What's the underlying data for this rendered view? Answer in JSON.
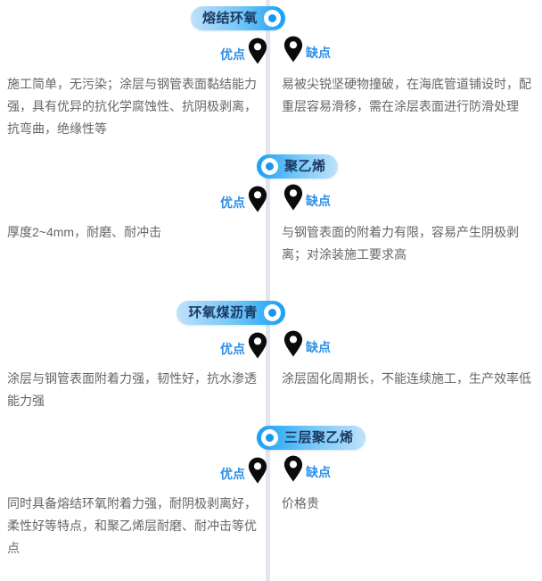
{
  "theme": {
    "axis_color": "#e3e5f1",
    "accent_color": "#18a0f5",
    "pill_text_color": "#1b3b63",
    "label_color": "#2b8fe8",
    "body_text_color": "#666666",
    "background": "#ffffff"
  },
  "icons": {
    "pin": "map-pin-icon",
    "pill_dot": "timeline-node-icon"
  },
  "labels": {
    "pro": "优点",
    "con": "缺点"
  },
  "sections": [
    {
      "title": "熔结环氧",
      "title_side": "right",
      "pro": "施工简单，无污染；涂层与钢管表面黏结能力强，具有优异的抗化学腐蚀性、抗阴极剥离，抗弯曲，绝缘性等",
      "con": "易被尖锐坚硬物撞破，在海底管道铺设时，配重层容易滑移，需在涂层表面进行防滑处理"
    },
    {
      "title": "聚乙烯",
      "title_side": "left",
      "pro": "厚度2~4mm，耐磨、耐冲击",
      "con": "与钢管表面的附着力有限，容易产生阴极剥离；对涂装施工要求高"
    },
    {
      "title": "环氧煤沥青",
      "title_side": "right",
      "pro": "涂层与钢管表面附着力强，韧性好，抗水渗透能力强",
      "con": "涂层固化周期长，不能连续施工，生产效率低"
    },
    {
      "title": "三层聚乙烯",
      "title_side": "left",
      "pro": "同时具备熔结环氧附着力强，耐阴极剥离好，柔性好等特点，和聚乙烯层耐磨、耐冲击等优点",
      "con": "价格贵"
    }
  ]
}
